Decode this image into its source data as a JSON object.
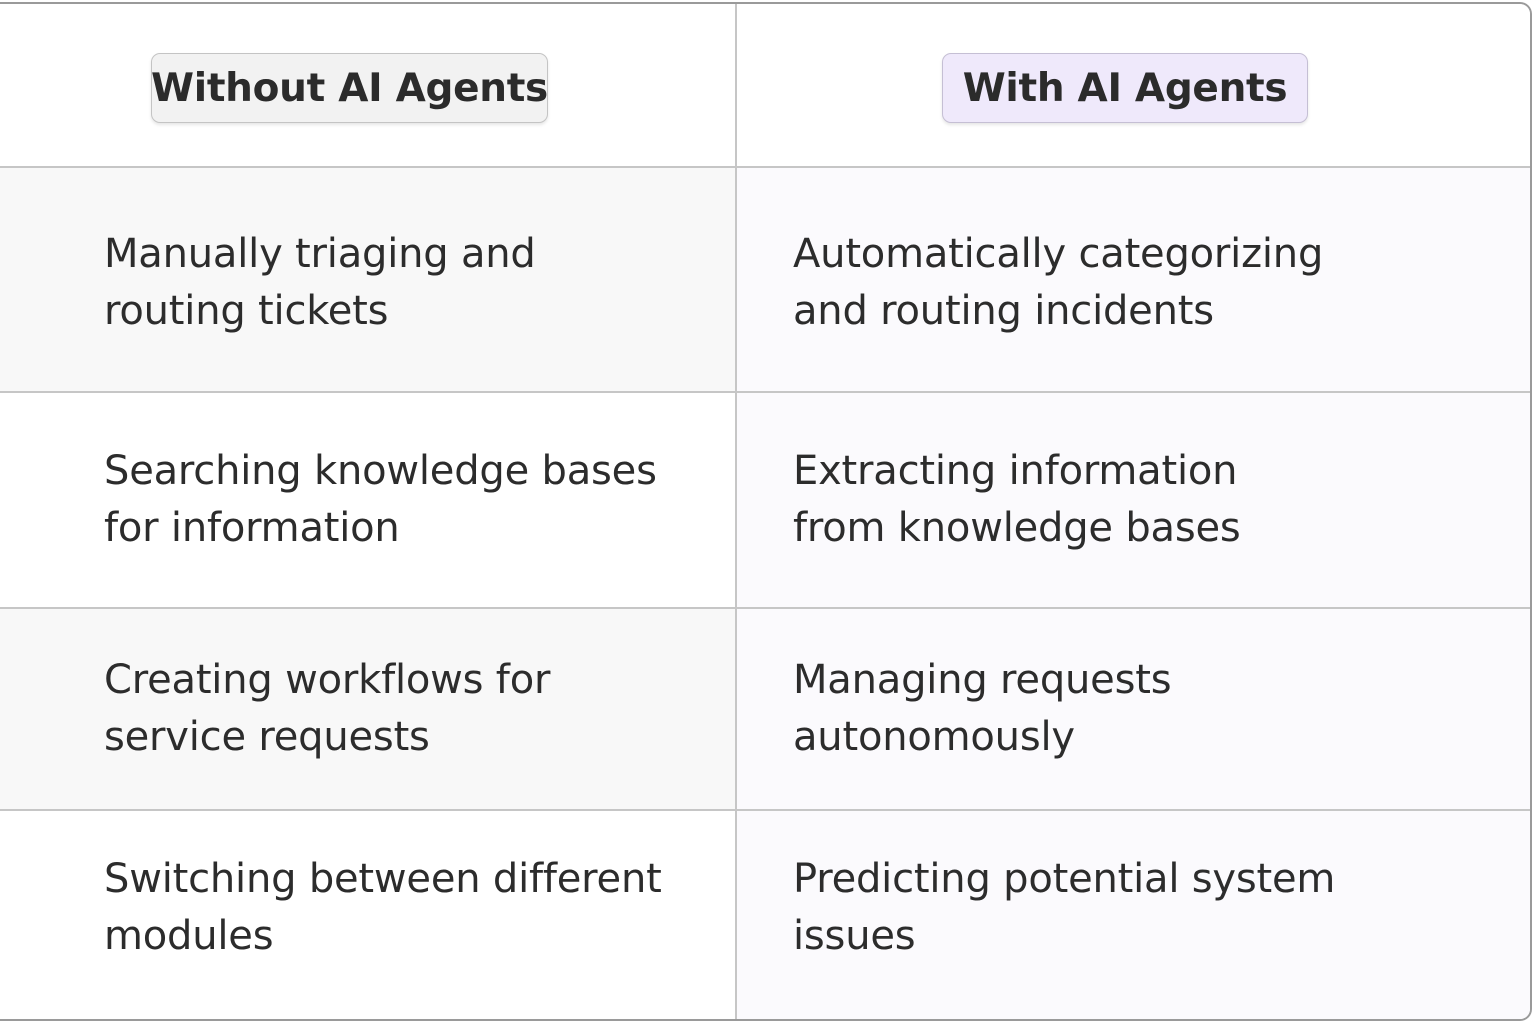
{
  "headers": {
    "without": "Without AI Agents",
    "with": "With AI Agents"
  },
  "rows": [
    {
      "without": "Manually triaging and\nrouting tickets",
      "with": "Automatically categorizing\nand routing incidents"
    },
    {
      "without": "Searching knowledge bases\nfor information",
      "with": "Extracting information\nfrom knowledge bases"
    },
    {
      "without": "Creating workflows for\nservice requests",
      "with": "Managing requests\nautonomously"
    },
    {
      "without": "Switching between different\nmodules",
      "with": "Predicting potential system\nissues"
    }
  ],
  "colors": {
    "without_pill_bg": "#f2f2f2",
    "with_pill_bg": "#efe9fb",
    "border": "#c6c6c6",
    "text": "#2c2c2c"
  }
}
